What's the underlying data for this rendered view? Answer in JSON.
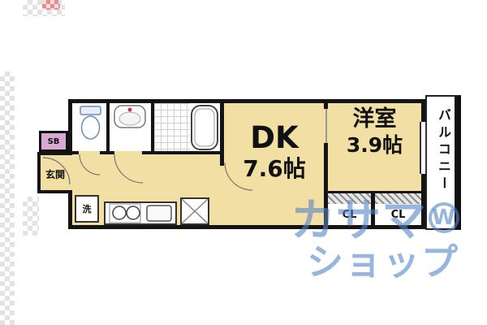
{
  "floorplan": {
    "rooms": {
      "dk": {
        "name": "DK",
        "size": "7.6帖"
      },
      "western": {
        "name": "洋室",
        "size": "3.9帖"
      },
      "balcony": {
        "name": "バルコニー"
      },
      "entrance": {
        "name": "玄関"
      },
      "shoe_box": {
        "name": "SB"
      },
      "laundry": {
        "name": "洗"
      },
      "closets": [
        {
          "name": "CL"
        },
        {
          "name": "CL"
        }
      ]
    },
    "fixtures": [
      "toilet",
      "wash-basin",
      "bathtub",
      "gas-stove",
      "kitchen-sink",
      "refrigerator-space"
    ],
    "colors": {
      "room_fill": "#f2dfa3",
      "wall": "#141414",
      "shoe_box_fill": "#d9a9d2",
      "watermark_blue": "#5484c8"
    }
  },
  "watermark": {
    "line1": "カサマ",
    "logo": "W",
    "line2": "ショップ"
  }
}
